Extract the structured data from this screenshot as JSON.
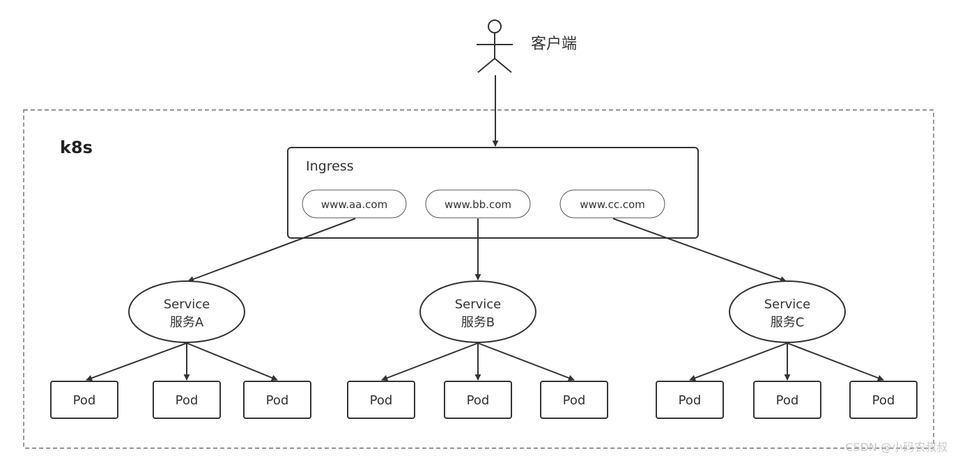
{
  "client": {
    "label": "客户端"
  },
  "cluster": {
    "label": "k8s"
  },
  "ingress": {
    "title": "Ingress",
    "hosts": [
      "www.aa.com",
      "www.bb.com",
      "www.cc.com"
    ]
  },
  "services": [
    {
      "line1": "Service",
      "line2": "服务A"
    },
    {
      "line1": "Service",
      "line2": "服务B"
    },
    {
      "line1": "Service",
      "line2": "服务C"
    }
  ],
  "pods": {
    "label": "Pod",
    "per_service": 3
  },
  "watermark": "CSDN @小码农叔叔"
}
